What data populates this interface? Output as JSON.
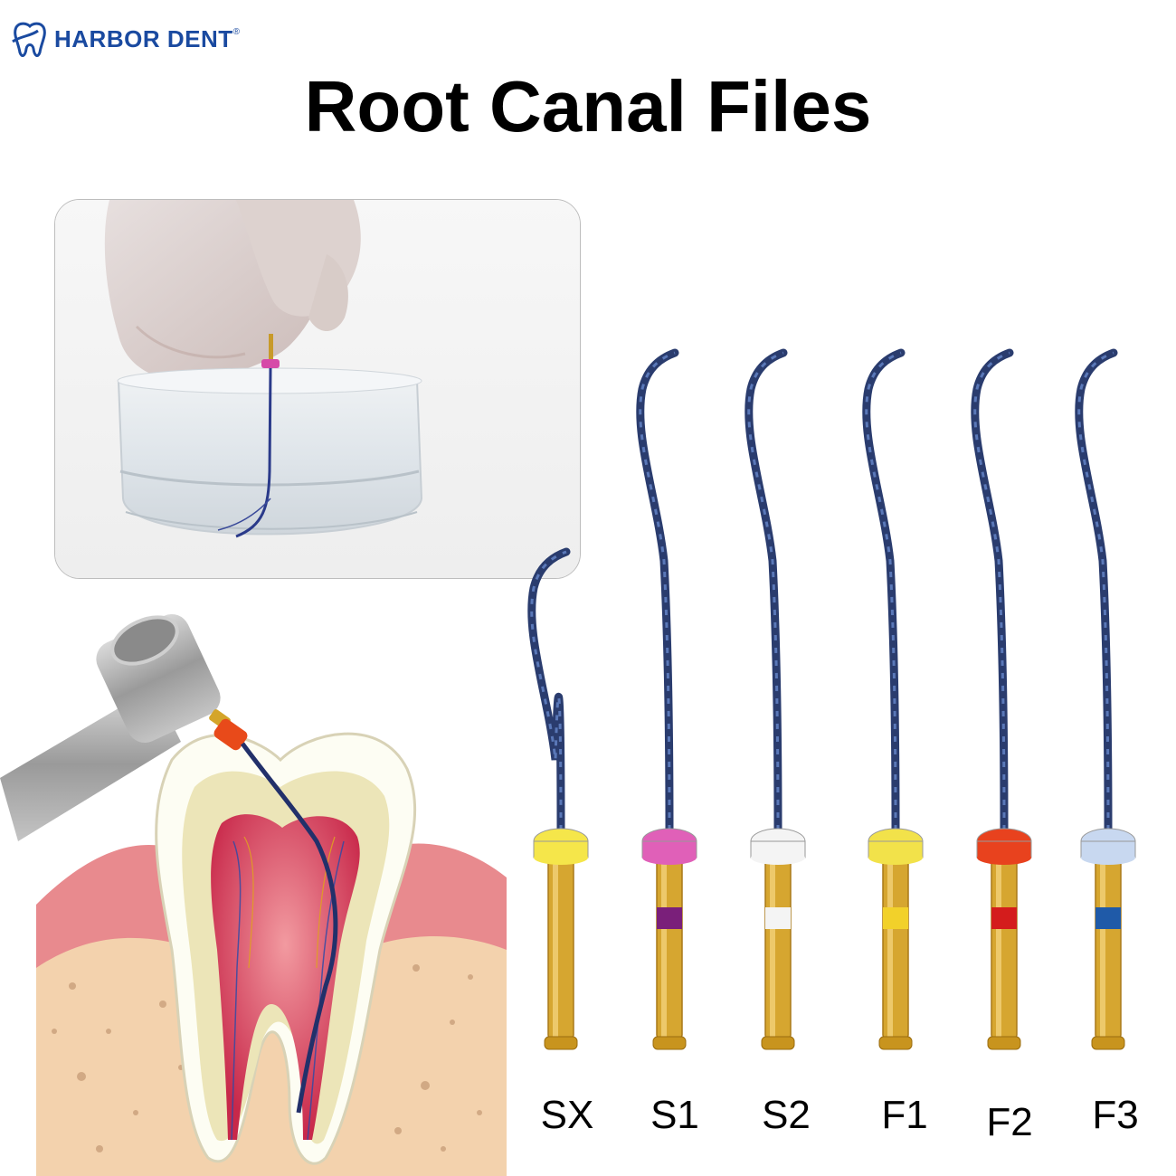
{
  "brand": {
    "name": "HARBOR DENT",
    "registered": "®",
    "color": "#1a4aa0"
  },
  "title": "Root Canal Files",
  "files": [
    {
      "label": "SX",
      "ring_color": "#f5e64a",
      "band_color": ""
    },
    {
      "label": "S1",
      "ring_color": "#e060b8",
      "band_color": "#7a1f7a"
    },
    {
      "label": "S2",
      "ring_color": "#f4f4f4",
      "band_color": "#f4f4f4"
    },
    {
      "label": "F1",
      "ring_color": "#f2e24a",
      "band_color": "#f2d12a"
    },
    {
      "label": "F2",
      "ring_color": "#e8421e",
      "band_color": "#d41c1c"
    },
    {
      "label": "F3",
      "ring_color": "#c8d8f0",
      "band_color": "#1f5aa8"
    }
  ]
}
